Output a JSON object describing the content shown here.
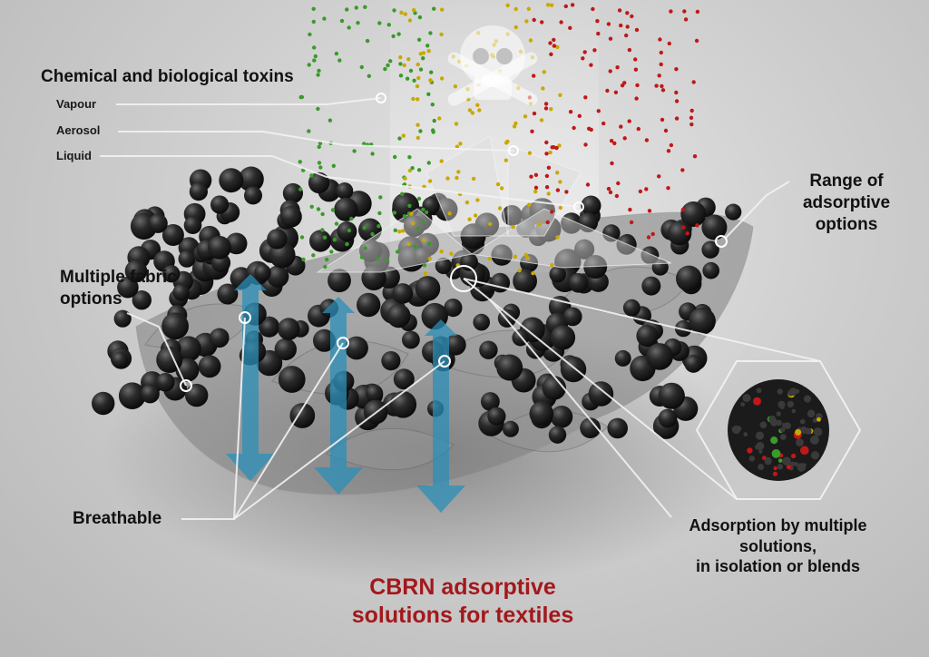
{
  "toxins": {
    "heading": "Chemical and biological toxins",
    "vapour": "Vapour",
    "aerosol": "Aerosol",
    "liquid": "Liquid"
  },
  "labels": {
    "range_line1": "Range of",
    "range_line2": "adsorptive",
    "range_line3": "options",
    "fabric_line1": "Multiple fabric",
    "fabric_line2": "options",
    "breathable": "Breathable",
    "adsorption_line1": "Adsorption by multiple",
    "adsorption_line2": "solutions,",
    "adsorption_line3": "in isolation or blends"
  },
  "title": {
    "line1": "CBRN adsorptive",
    "line2": "solutions for textiles"
  },
  "colors": {
    "vapour": "#3a9a2a",
    "aerosol": "#c9a800",
    "liquid": "#c01818",
    "breathable_arrow": "#2b8fb8",
    "title": "#a3181c"
  },
  "icons": [
    "skull-crossbones-icon"
  ]
}
